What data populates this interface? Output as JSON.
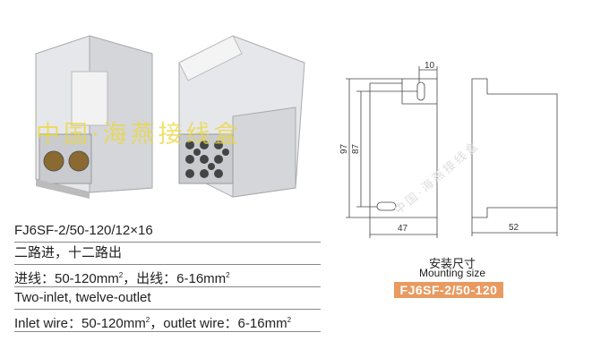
{
  "watermark": "中国·海燕接线盒",
  "watermark_drawing": "中国·海燕接线盒",
  "specs": {
    "model": "FJ6SF-2/50-120/12×16",
    "desc_cn": "二路进，十二路出",
    "wire_cn_in": "进线：50-120mm",
    "wire_cn_out": "，出线：6-16mm",
    "desc_en": "Two-inlet, twelve-outlet",
    "wire_en_in": "Inlet wire：50-120mm",
    "wire_en_out": "，outlet wire：6-16mm",
    "sup": "2"
  },
  "drawing": {
    "dim_10": "10",
    "dim_97": "97",
    "dim_87": "87",
    "dim_47": "47",
    "dim_52": "52"
  },
  "caption": {
    "title_cn": "安装尺寸",
    "title_en": "Mounting size",
    "model_tag": "FJ6SF-2/50-120",
    "tag_color": "#e99a60"
  }
}
